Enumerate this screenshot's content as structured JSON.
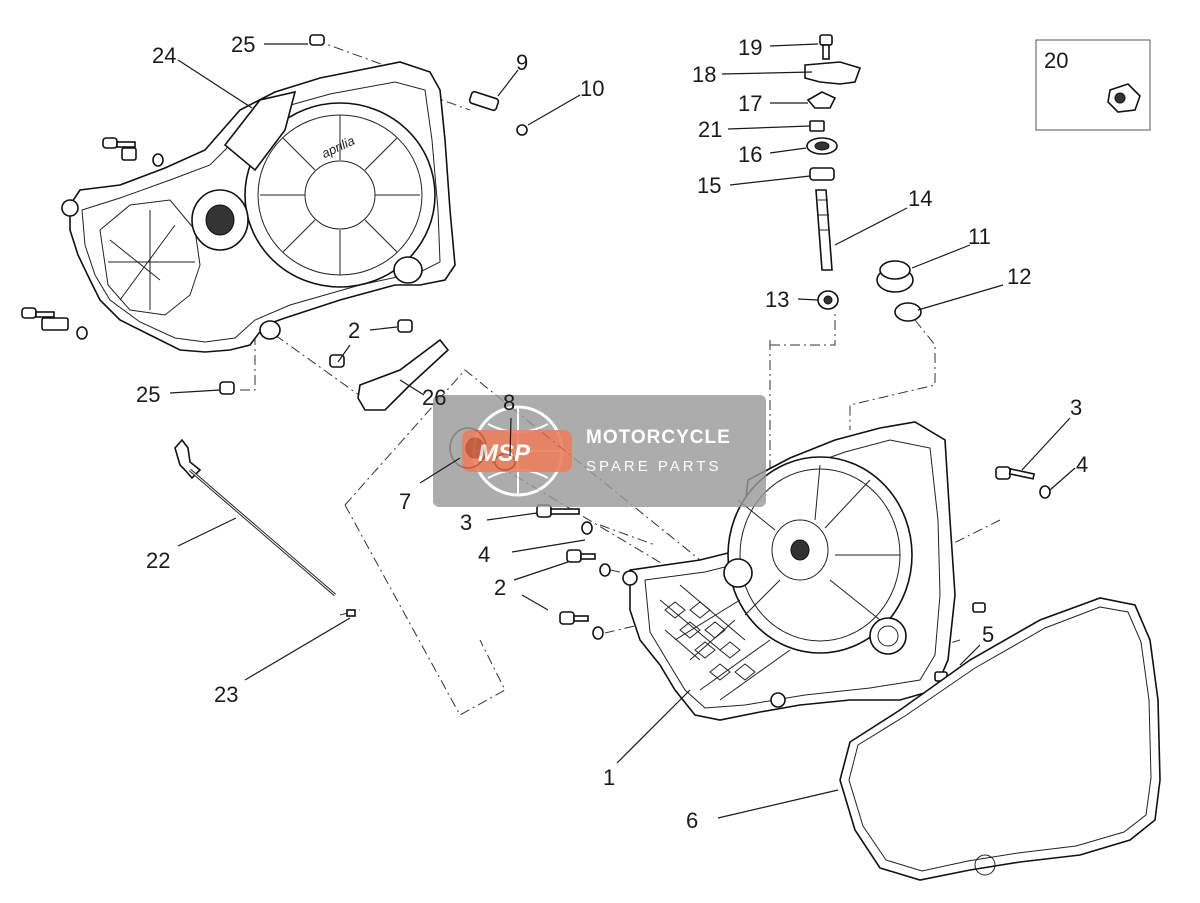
{
  "callouts": [
    {
      "id": "c1",
      "text": "1"
    },
    {
      "id": "c2a",
      "text": "2"
    },
    {
      "id": "c2b",
      "text": "2"
    },
    {
      "id": "c3a",
      "text": "3"
    },
    {
      "id": "c3b",
      "text": "3"
    },
    {
      "id": "c4a",
      "text": "4"
    },
    {
      "id": "c4b",
      "text": "4"
    },
    {
      "id": "c5",
      "text": "5"
    },
    {
      "id": "c6",
      "text": "6"
    },
    {
      "id": "c7",
      "text": "7"
    },
    {
      "id": "c8",
      "text": "8"
    },
    {
      "id": "c9",
      "text": "9"
    },
    {
      "id": "c10",
      "text": "10"
    },
    {
      "id": "c11",
      "text": "11"
    },
    {
      "id": "c12",
      "text": "12"
    },
    {
      "id": "c13",
      "text": "13"
    },
    {
      "id": "c14",
      "text": "14"
    },
    {
      "id": "c15",
      "text": "15"
    },
    {
      "id": "c16",
      "text": "16"
    },
    {
      "id": "c17",
      "text": "17"
    },
    {
      "id": "c18",
      "text": "18"
    },
    {
      "id": "c19",
      "text": "19"
    },
    {
      "id": "c20",
      "text": "20"
    },
    {
      "id": "c21",
      "text": "21"
    },
    {
      "id": "c22",
      "text": "22"
    },
    {
      "id": "c23",
      "text": "23"
    },
    {
      "id": "c24",
      "text": "24"
    },
    {
      "id": "c25a",
      "text": "25"
    },
    {
      "id": "c25b",
      "text": "25"
    },
    {
      "id": "c26",
      "text": "26"
    }
  ],
  "watermark": {
    "logo": "MSP",
    "title": "MOTORCYCLE",
    "subtitle": "SPARE PARTS",
    "bg_color": "#9a9a9a",
    "accent_color": "#e8653a"
  }
}
